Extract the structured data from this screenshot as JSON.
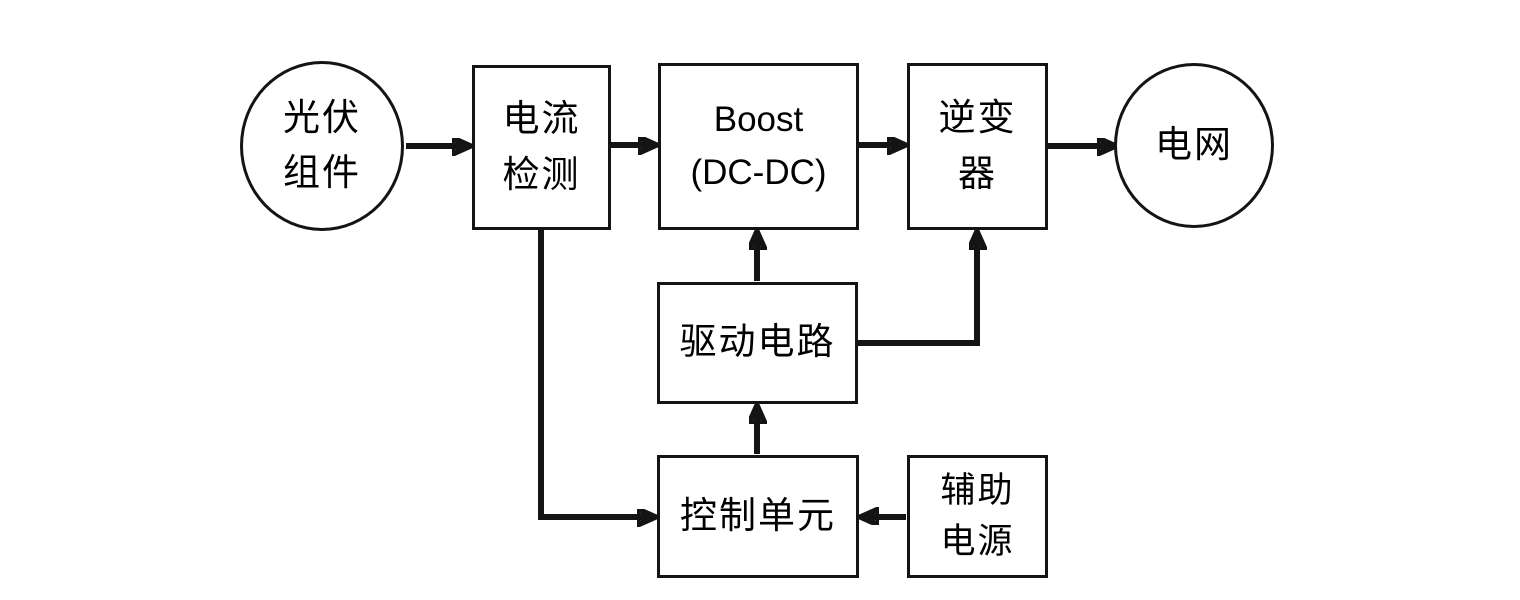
{
  "diagram": {
    "type": "block-diagram",
    "subject": "光伏并网系统框图",
    "colors": {
      "background": "#ffffff",
      "line": "#141414",
      "text": "#000000"
    },
    "nodes": {
      "pv": {
        "shape": "circle",
        "lines": [
          "光伏",
          "组件"
        ]
      },
      "current": {
        "shape": "rect",
        "lines": [
          "电流",
          "检测"
        ]
      },
      "boost": {
        "shape": "rect",
        "lines": [
          "Boost",
          "(DC-DC)"
        ]
      },
      "inverter": {
        "shape": "rect",
        "lines": [
          "逆变",
          "器"
        ]
      },
      "grid": {
        "shape": "circle",
        "lines": [
          "电网"
        ]
      },
      "driver": {
        "shape": "rect",
        "lines": [
          "驱动电路"
        ]
      },
      "control": {
        "shape": "rect",
        "lines": [
          "控制单元"
        ]
      },
      "aux": {
        "shape": "rect",
        "lines": [
          "辅助",
          "电源"
        ]
      }
    },
    "edges": [
      {
        "id": "pv-to-current",
        "from": "光伏组件",
        "to": "电流检测",
        "route": "straight-right"
      },
      {
        "id": "current-to-boost",
        "from": "电流检测",
        "to": "Boost (DC-DC)",
        "route": "straight-right"
      },
      {
        "id": "boost-to-inverter",
        "from": "Boost (DC-DC)",
        "to": "逆变器",
        "route": "straight-right"
      },
      {
        "id": "inverter-to-grid",
        "from": "逆变器",
        "to": "电网",
        "route": "straight-right"
      },
      {
        "id": "driver-to-boost",
        "from": "驱动电路",
        "to": "Boost (DC-DC)",
        "route": "straight-up"
      },
      {
        "id": "driver-to-inverter",
        "from": "驱动电路",
        "to": "逆变器",
        "route": "right-then-up"
      },
      {
        "id": "control-to-driver",
        "from": "控制单元",
        "to": "驱动电路",
        "route": "straight-up"
      },
      {
        "id": "current-to-control",
        "from": "电流检测",
        "to": "控制单元",
        "route": "down-then-right"
      },
      {
        "id": "aux-to-control",
        "from": "辅助电源",
        "to": "控制单元",
        "route": "straight-left"
      }
    ]
  }
}
